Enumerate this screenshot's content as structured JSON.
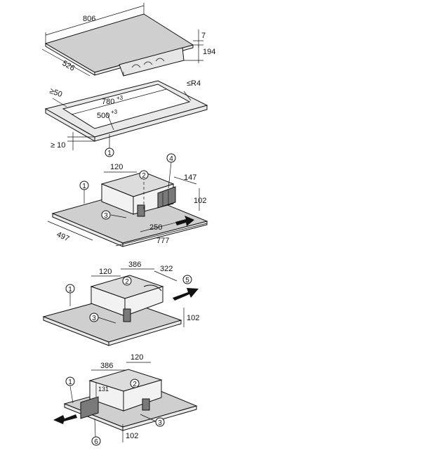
{
  "panel1": {
    "width": "806",
    "depth": "526",
    "thickness": "7",
    "height": "194"
  },
  "panel2": {
    "margin": "≥50",
    "radius": "≤R4",
    "cutout_width_value": "780",
    "cutout_width_tol": "+3",
    "cutout_depth_value": "500",
    "cutout_depth_tol": "+3",
    "worktop": "≥ 10",
    "callout": "1"
  },
  "panel3": {
    "d120": "120",
    "d147": "147",
    "d102": "102",
    "d250": "250",
    "d777": "777",
    "d497": "497",
    "callouts": [
      "1",
      "2",
      "3",
      "4"
    ]
  },
  "panel4": {
    "d120": "120",
    "d386": "386",
    "d322": "322",
    "d102": "102",
    "callouts": [
      "1",
      "2",
      "3",
      "5"
    ]
  },
  "panel5": {
    "d386": "386",
    "d120": "120",
    "d131": "131",
    "d102": "102",
    "callouts": [
      "1",
      "2",
      "3",
      "6"
    ]
  }
}
